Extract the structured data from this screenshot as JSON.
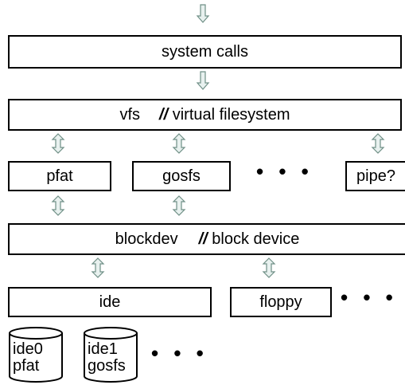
{
  "layers": {
    "system_calls": "system calls",
    "vfs_name": "vfs",
    "vfs_comment": "// virtual filesystem",
    "blockdev_name": "blockdev",
    "blockdev_comment": "// block device"
  },
  "filesystems": [
    "pfat",
    "gosfs",
    "pipe?"
  ],
  "devices": [
    "ide",
    "floppy"
  ],
  "disks": [
    {
      "line1": "ide0",
      "line2": "pfat"
    },
    {
      "line1": "ide1",
      "line2": "gosfs"
    }
  ],
  "ellipsis": "• • •",
  "colors": {
    "arrow_fill": "#e8f1ef",
    "arrow_stroke": "#6f8f86",
    "border": "#000000"
  }
}
